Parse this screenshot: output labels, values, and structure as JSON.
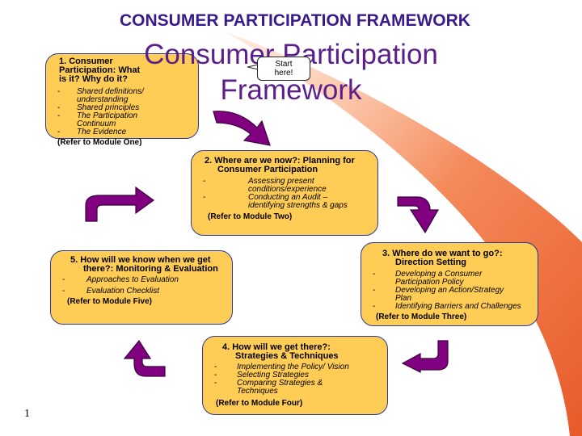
{
  "header": {
    "top_title": "CONSUMER PARTICIPATION FRAMEWORK",
    "big_title_line1": "Consumer Participation",
    "big_title_line2": "Framework"
  },
  "callout": {
    "line1": "Start",
    "line2": "here!"
  },
  "boxes": [
    {
      "heading_line1": "1. Consumer",
      "heading_line2": "Participation: What",
      "heading_line3": "is it? Why do it?",
      "items": [
        "Shared definitions/ understanding",
        "Shared principles",
        "The Participation Continuum",
        "The Evidence"
      ],
      "ref": "(Refer to Module One)"
    },
    {
      "heading": "2. Where are we now?: Planning for Consumer Participation",
      "items": [
        "Assessing present conditions/experience",
        "Conducting an Audit – identifying strengths & gaps"
      ],
      "ref": "(Refer to Module Two)"
    },
    {
      "heading": "3. Where do we want to go?: Direction Setting",
      "items": [
        "Developing a Consumer Participation Policy",
        "Developing an Action/Strategy Plan",
        "Identifying Barriers and Challenges"
      ],
      "ref": "(Refer to Module Three)"
    },
    {
      "heading": "4. How will we get there?: Strategies & Techniques",
      "items": [
        "Implementing the Policy/ Vision",
        "Selecting Strategies",
        "Comparing Strategies & Techniques"
      ],
      "ref": "(Refer to Module Four)"
    },
    {
      "heading": "5. How will we know when we get there?: Monitoring & Evaluation",
      "items": [
        "Approaches to Evaluation",
        "Evaluation Checklist"
      ],
      "ref": "(Refer to Module Five)"
    }
  ],
  "footer": {
    "page_number": "1"
  },
  "colors": {
    "box_fill": "#ffcc55",
    "box_border": "#2b3a8f",
    "arrow": "#800080",
    "title": "#3a1a8a",
    "swoosh": "#f07040"
  },
  "icons": [
    "curved-arrow-icon"
  ]
}
